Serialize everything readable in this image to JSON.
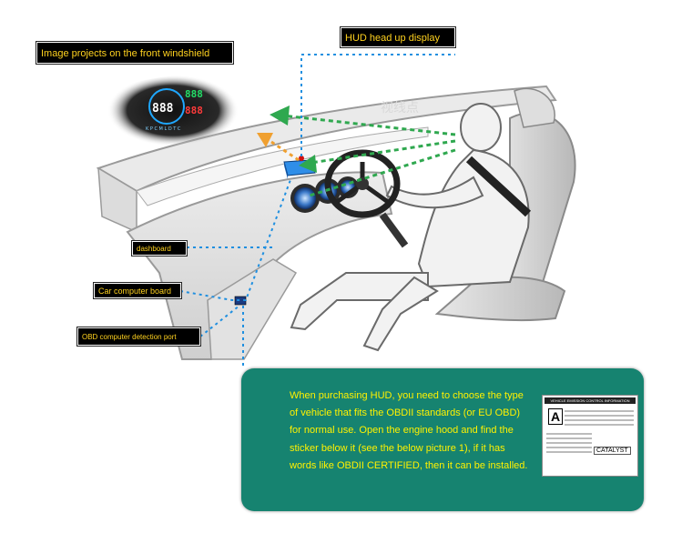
{
  "labels": {
    "windshield": "Image projects on the front windshield",
    "hud": "HUD head up display",
    "dashboard": "dashboard",
    "board": "Car computer board",
    "obd": "OBD computer detection port"
  },
  "watermark": "视线点",
  "hud_screen": {
    "speed": "888",
    "rpm": "888",
    "fuel": "888",
    "units": "K P C   M L D T C"
  },
  "info": {
    "text": "When purchasing HUD, you need to choose the type of vehicle that fits the OBDII standards (or EU OBD) for normal use. Open the engine hood and find the sticker below it (see the below picture 1), if it has words like OBDII CERTIFIED, then it can be installed."
  },
  "sticker": {
    "heading": "VEHICLE EMISSION CONTROL INFORMATION",
    "grade": "A",
    "catalyst": "CATALYST"
  },
  "colors": {
    "label_bg": "#000000",
    "label_text": "#ffd21f",
    "panel": "#168370",
    "panel_text": "#fff200",
    "arrow_green": "#2fa84f",
    "arrow_orange": "#f0a030",
    "dot_blue": "#1f8fe0"
  }
}
